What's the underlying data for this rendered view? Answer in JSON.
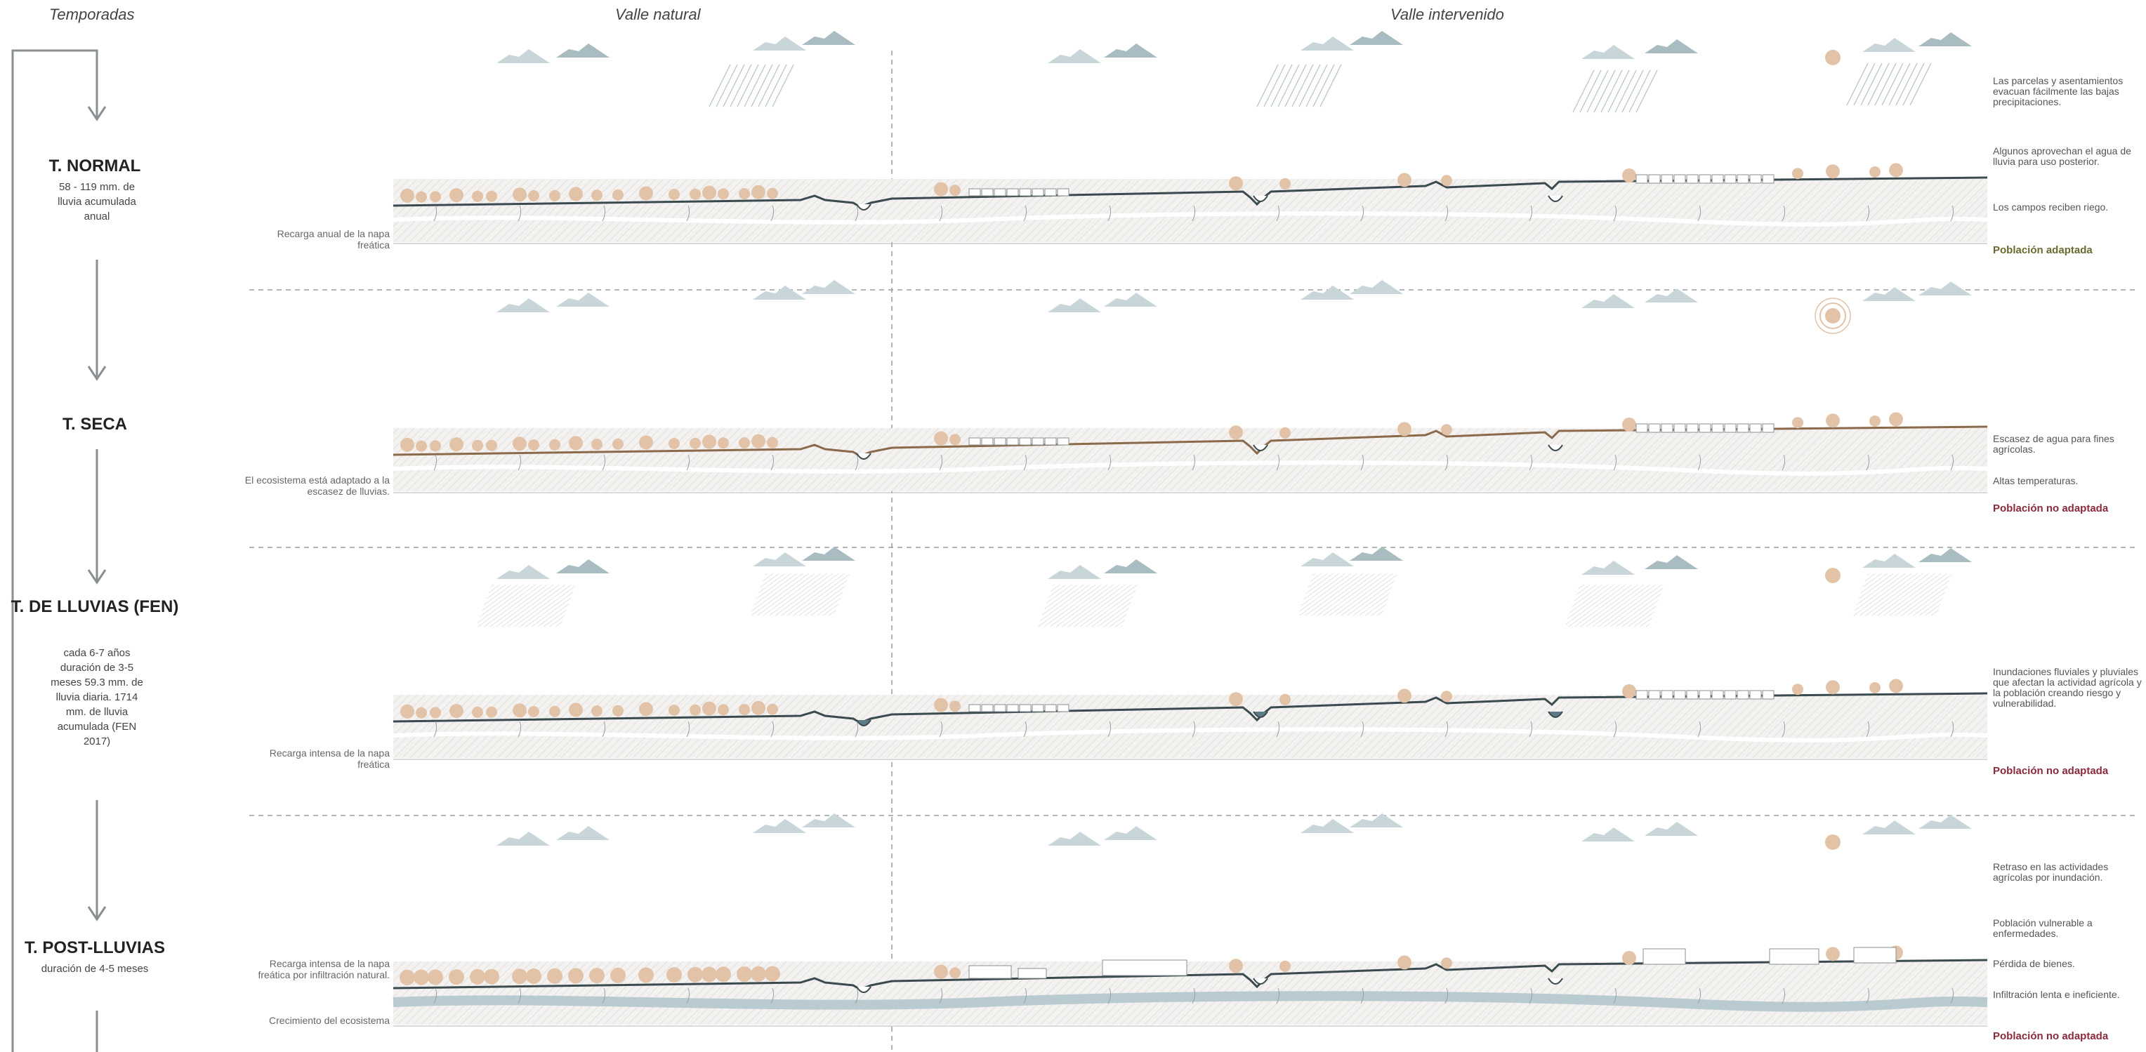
{
  "headers": {
    "seasons": "Temporadas",
    "natural": "Valle natural",
    "intervened": "Valle intervenido"
  },
  "seasons": [
    {
      "title": "T. NORMAL",
      "desc": "58 - 119 mm. de lluvia acumulada anual",
      "left_notes": [
        "Recarga anual de la napa freática"
      ],
      "right_notes": [
        "Las parcelas y asentamientos evacuan fácilmente las bajas precipitaciones.",
        "Algunos aprovechan el agua de lluvia para uso posterior.",
        "Los campos reciben riego."
      ],
      "status": "Población adaptada"
    },
    {
      "title": "T. SECA",
      "desc": "",
      "left_notes": [
        "El ecosistema está adaptado a la escasez de lluvias."
      ],
      "right_notes": [
        "Escasez de agua para fines agrícolas.",
        "Altas temperaturas."
      ],
      "status": "Población no adaptada"
    },
    {
      "title": "T. DE LLUVIAS (FEN)",
      "desc": "cada 6-7 años duración de 3-5 meses 59.3 mm. de lluvia diaria. 1714 mm. de lluvia acumulada (FEN 2017)",
      "left_notes": [
        "Recarga intensa de la napa freática"
      ],
      "right_notes": [
        "Inundaciones fluviales y pluviales que afectan la actividad agrícola y la población creando riesgo y vulnerabilidad."
      ],
      "status": "Población no adaptada"
    },
    {
      "title": "T. POST-LLUVIAS",
      "desc": "duración de 4-5 meses",
      "left_notes": [
        "Recarga intensa de la napa freática por infiltración natural.",
        "Crecimiento del ecosistema"
      ],
      "right_notes": [
        "Retraso en las actividades agrícolas por inundación.",
        "Población vulnerable a enfermedades.",
        "Pérdida de bienes.",
        "Infiltración lenta e ineficiente."
      ],
      "status": "Población no adaptada"
    }
  ],
  "colors": {
    "ground_line": "#3a4a4f",
    "soil_fill": "#f1f0ee",
    "cloud": "#c9d6d9",
    "cloud_dark": "#a9bcc1",
    "rain": "#b8c4c7",
    "tree": "#e3c3a8",
    "sun": "#e3c3a8",
    "water_table": "#d9e3e6",
    "status_ok": "#6b6a2e",
    "status_bad": "#8a2a3a"
  }
}
